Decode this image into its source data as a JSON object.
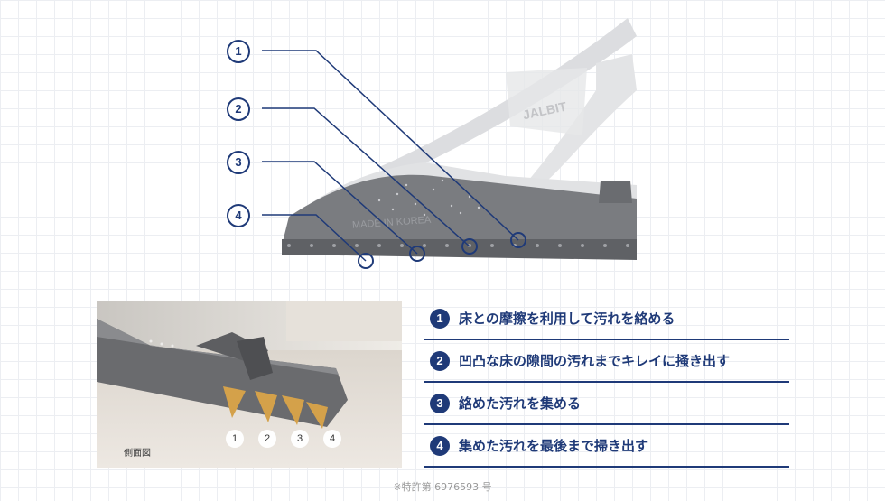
{
  "illustration": {
    "brand_text": "JALBIT",
    "made_in_text": "MADE IN KOREA",
    "callouts": [
      "1",
      "2",
      "3",
      "4"
    ]
  },
  "photo": {
    "numbers": [
      "1",
      "2",
      "3",
      "4"
    ],
    "caption": "側面図"
  },
  "features": [
    {
      "num": "1",
      "text": "床との摩擦を利用して汚れを絡める"
    },
    {
      "num": "2",
      "text": "凹凸な床の隙間の汚れまでキレイに掻き出す"
    },
    {
      "num": "3",
      "text": "絡めた汚れを集める"
    },
    {
      "num": "4",
      "text": "集めた汚れを最後まで掃き出す"
    }
  ],
  "patent_note": "※特許第 6976593 号",
  "colors": {
    "accent": "#1f3a78",
    "body_gray": "#7a7c80",
    "light_gray": "#d7d8da"
  }
}
